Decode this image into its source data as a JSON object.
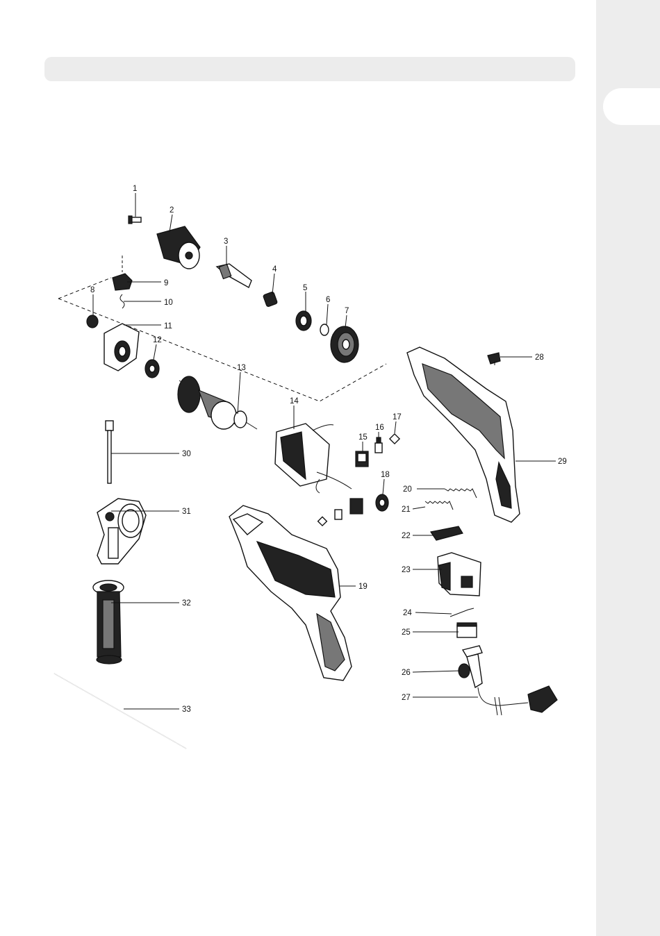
{
  "page": {
    "background": "#ffffff",
    "sidebar_color": "#ededed",
    "header_bar_color": "#ececec"
  },
  "diagram": {
    "parts": [
      {
        "n": "1"
      },
      {
        "n": "2"
      },
      {
        "n": "3"
      },
      {
        "n": "4"
      },
      {
        "n": "5"
      },
      {
        "n": "6"
      },
      {
        "n": "7"
      },
      {
        "n": "8"
      },
      {
        "n": "9"
      },
      {
        "n": "10"
      },
      {
        "n": "11"
      },
      {
        "n": "12"
      },
      {
        "n": "13"
      },
      {
        "n": "14"
      },
      {
        "n": "15"
      },
      {
        "n": "16"
      },
      {
        "n": "17"
      },
      {
        "n": "18"
      },
      {
        "n": "19"
      },
      {
        "n": "20"
      },
      {
        "n": "21"
      },
      {
        "n": "22"
      },
      {
        "n": "23"
      },
      {
        "n": "24"
      },
      {
        "n": "25"
      },
      {
        "n": "26"
      },
      {
        "n": "27"
      },
      {
        "n": "28"
      },
      {
        "n": "29"
      },
      {
        "n": "30"
      },
      {
        "n": "31"
      },
      {
        "n": "32"
      },
      {
        "n": "33"
      }
    ]
  }
}
